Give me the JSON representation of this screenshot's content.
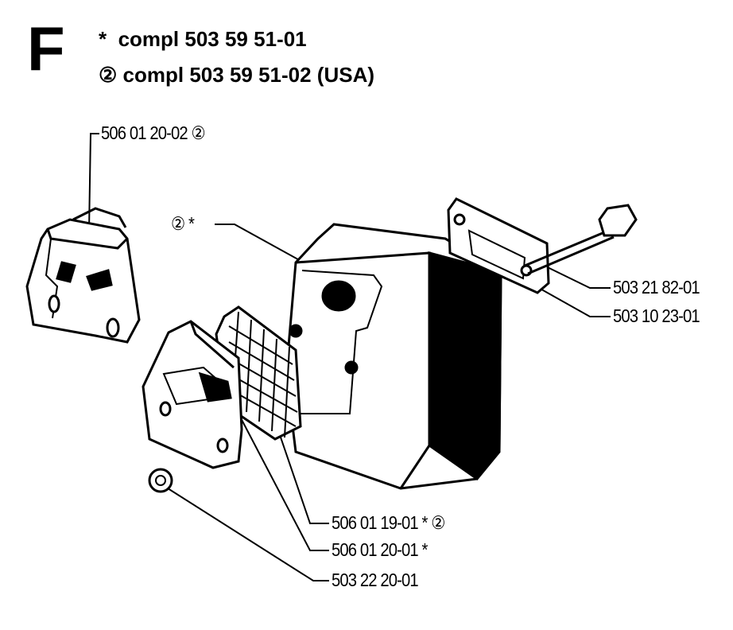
{
  "section_letter": "F",
  "header": {
    "line1_marker": "*",
    "line1_text": "compl 503 59 51-01",
    "line2_marker": "②",
    "line2_text": "compl 503 59 51-02 (USA)"
  },
  "callouts": {
    "top_left_cover": "506 01 20-02 ②",
    "muffler_body": "② *",
    "gasket_bolt": "503 21 82-01",
    "gasket": "503 10 23-01",
    "spark_screen": "506 01 19-01 * ②",
    "front_cover": "506 01 20-01 *",
    "nut": "503 22 20-01"
  }
}
